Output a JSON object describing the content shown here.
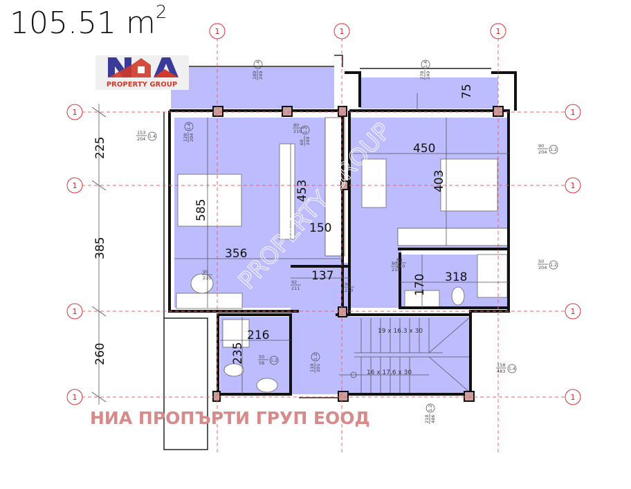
{
  "area": {
    "value": "105.51",
    "unit": "m",
    "exponent": "2"
  },
  "logo": {
    "brand": "NIA",
    "subtitle": "PROPERTY GROUP"
  },
  "watermark": "PROPERTY GROUP",
  "company_name": "НИА ПРОПЪРТИ ГРУП ЕООД",
  "grid_label": "1",
  "left_dimensions": [
    "225",
    "385",
    "260"
  ],
  "room_dimensions": {
    "left_bedroom_height": "585",
    "left_bedroom_width": "356",
    "wardrobe_length": "453",
    "hall_width": "150",
    "corridor_width": "137",
    "right_bedroom_width": "450",
    "right_bedroom_height": "403",
    "balcony_depth": "75",
    "bath_right_width": "318",
    "bath_right_height": "170",
    "bath_left_width": "216",
    "bath_left_height": "235"
  },
  "stairs": {
    "upper": "19 x 16.3 x 30",
    "lower": "16 x 17.6 x 30"
  },
  "openings": [
    {
      "w": "153",
      "h": "204",
      "tag": "1.4"
    },
    {
      "w": "128",
      "h": "204",
      "tag": "1.4"
    },
    {
      "w": "180",
      "h": "249",
      "tag": "1.4"
    },
    {
      "w": "80",
      "h": "210"
    },
    {
      "w": "60",
      "h": "249",
      "tag": "1.2"
    },
    {
      "w": "278",
      "h": "249",
      "tag": "1.4"
    },
    {
      "w": "90",
      "h": "204",
      "tag": "1.2"
    },
    {
      "w": "80",
      "h": "210"
    },
    {
      "w": "90",
      "h": "210"
    },
    {
      "w": "92",
      "h": "211"
    },
    {
      "w": "90",
      "h": "210"
    },
    {
      "w": "80",
      "h": "210"
    },
    {
      "w": "50",
      "h": "204",
      "tag": "1.2"
    },
    {
      "w": "50",
      "h": "58",
      "tag": "1.2"
    },
    {
      "w": "110",
      "h": "201",
      "tag": "1.2"
    },
    {
      "w": "158",
      "h": "483",
      "tag": "1.4"
    },
    {
      "w": "218",
      "h": "486",
      "tag": "1.2"
    }
  ]
}
